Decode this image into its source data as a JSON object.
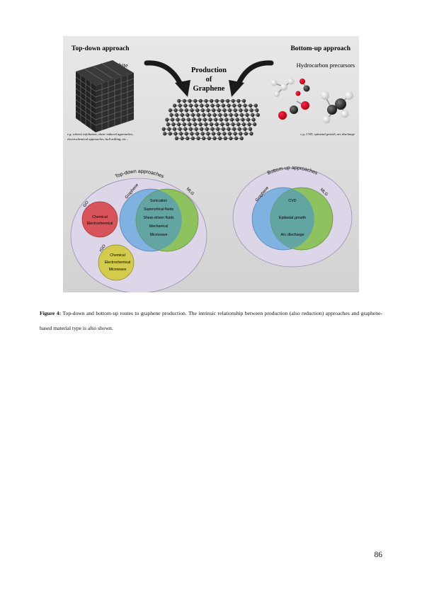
{
  "figure": {
    "top_left_heading": "Top-down approach",
    "top_right_heading": "Bottom-up approach",
    "graphite_label": "Graphite",
    "precursors_label": "Hydrocarbon precursors",
    "center_title": [
      "Production",
      "of",
      "Graphene"
    ],
    "left_note": [
      "e.g. solvent exfoliation, shear induced approaches,",
      "electrochemical approaches, ball milling, etc..."
    ],
    "right_note": "e.g. CVD, epitaxial growth, arc discharge",
    "left_diagram": {
      "arc_label": "Top-down approaches",
      "go_label": "GO",
      "go_items": [
        "Chemical",
        "Electrochemical"
      ],
      "graphene_label": "Graphene",
      "mlg_label": "MLG",
      "overlap_items": [
        "Sonication",
        "Supercritical fluids",
        "Shear-driven fluids",
        "Mechanical",
        "Microwave"
      ],
      "rgo_label": "rGO",
      "rgo_items": [
        "Chemical",
        "Electrochemical",
        "Microwave"
      ]
    },
    "right_diagram": {
      "arc_label": "Bottom-up approaches",
      "graphene_label": "Graphene",
      "mlg_label": "MLG",
      "overlap_items": [
        "CVD",
        "Epitaxial growth",
        "Arc discharge"
      ]
    },
    "colors": {
      "outer_ellipse": "#dcd6e8",
      "graphene_circle": "#7fb2e0",
      "mlg_circle": "#8ec25e",
      "overlap": "#62a5a3",
      "go_circle": "#d9545a",
      "rgo_circle": "#d2cb4c"
    }
  },
  "caption": {
    "label": "Figure 4:",
    "text": "Top-down and bottom-up routes to graphene production. The intrinsic relationship between production (also reduction) approaches and graphene-based material type is also shown."
  },
  "page_number": "86"
}
